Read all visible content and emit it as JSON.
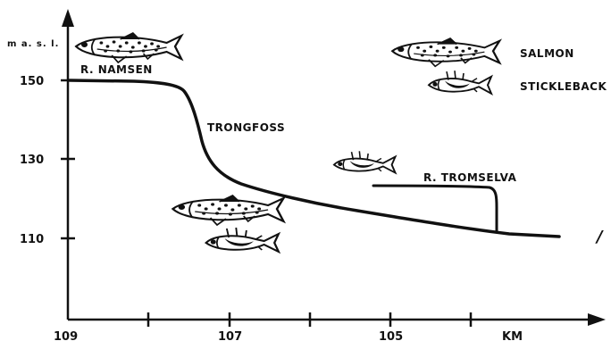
{
  "axis": {
    "y_unit": "m a. s. l.",
    "x_unit": "KM",
    "y_ticks": [
      "150",
      "130",
      "110"
    ],
    "x_ticks": [
      "109",
      "107",
      "105"
    ]
  },
  "rivers": {
    "main": "R. NAMSEN",
    "waterfall": "TRONGFOSS",
    "tributary": "R. TROMSELVA"
  },
  "legend": {
    "salmon": "SALMON",
    "stickleback": "STICKLEBACK"
  },
  "mark": "/",
  "icons": {
    "salmon": "salmon-fish-icon",
    "stickleback": "stickleback-fish-icon"
  },
  "colors": {
    "ink": "#111111",
    "background": "#ffffff"
  }
}
